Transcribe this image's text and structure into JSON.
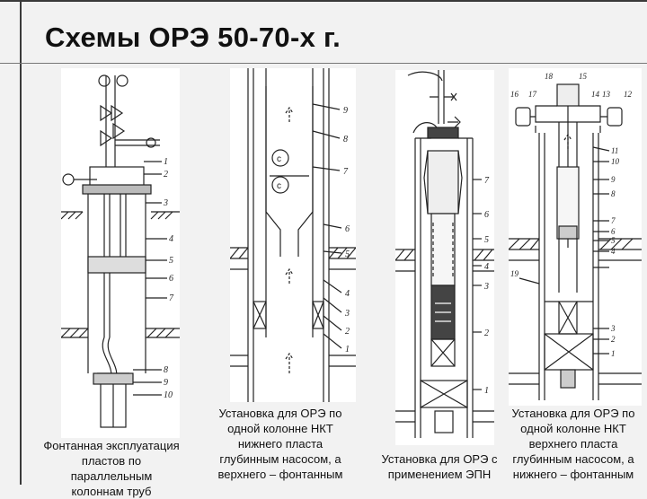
{
  "slide": {
    "title": "Схемы ОРЭ 50-70-х г."
  },
  "figures": [
    {
      "caption_lines": [
        "Фонтанная эксплуатация",
        "пластов по параллельным",
        "колоннам труб"
      ],
      "labels": [
        "1",
        "2",
        "3",
        "4",
        "5",
        "6",
        "7",
        "8",
        "9",
        "10"
      ]
    },
    {
      "caption_lines": [
        "Установка для ОРЭ по",
        "одной колонне НКТ",
        "нижнего пласта",
        "глубинным насосом, а",
        "верхнего – фонтанным"
      ],
      "labels": [
        "9",
        "8",
        "7",
        "6",
        "5",
        "4",
        "3",
        "2",
        "1"
      ]
    },
    {
      "caption_lines": [
        "Установка для ОРЭ с",
        "применением ЭПН"
      ],
      "labels": [
        "7",
        "6",
        "5",
        "4",
        "3",
        "2",
        "1"
      ]
    },
    {
      "caption_lines": [
        "Установка для ОРЭ по",
        "одной колонне НКТ",
        "верхнего пласта",
        "глубинным насосом, а",
        "нижнего – фонтанным"
      ],
      "labels": [
        "18",
        "15",
        "16",
        "17",
        "14",
        "13",
        "12",
        "11",
        "10",
        "9",
        "8",
        "7",
        "6",
        "5",
        "4",
        "19",
        "3",
        "2",
        "1"
      ]
    }
  ]
}
